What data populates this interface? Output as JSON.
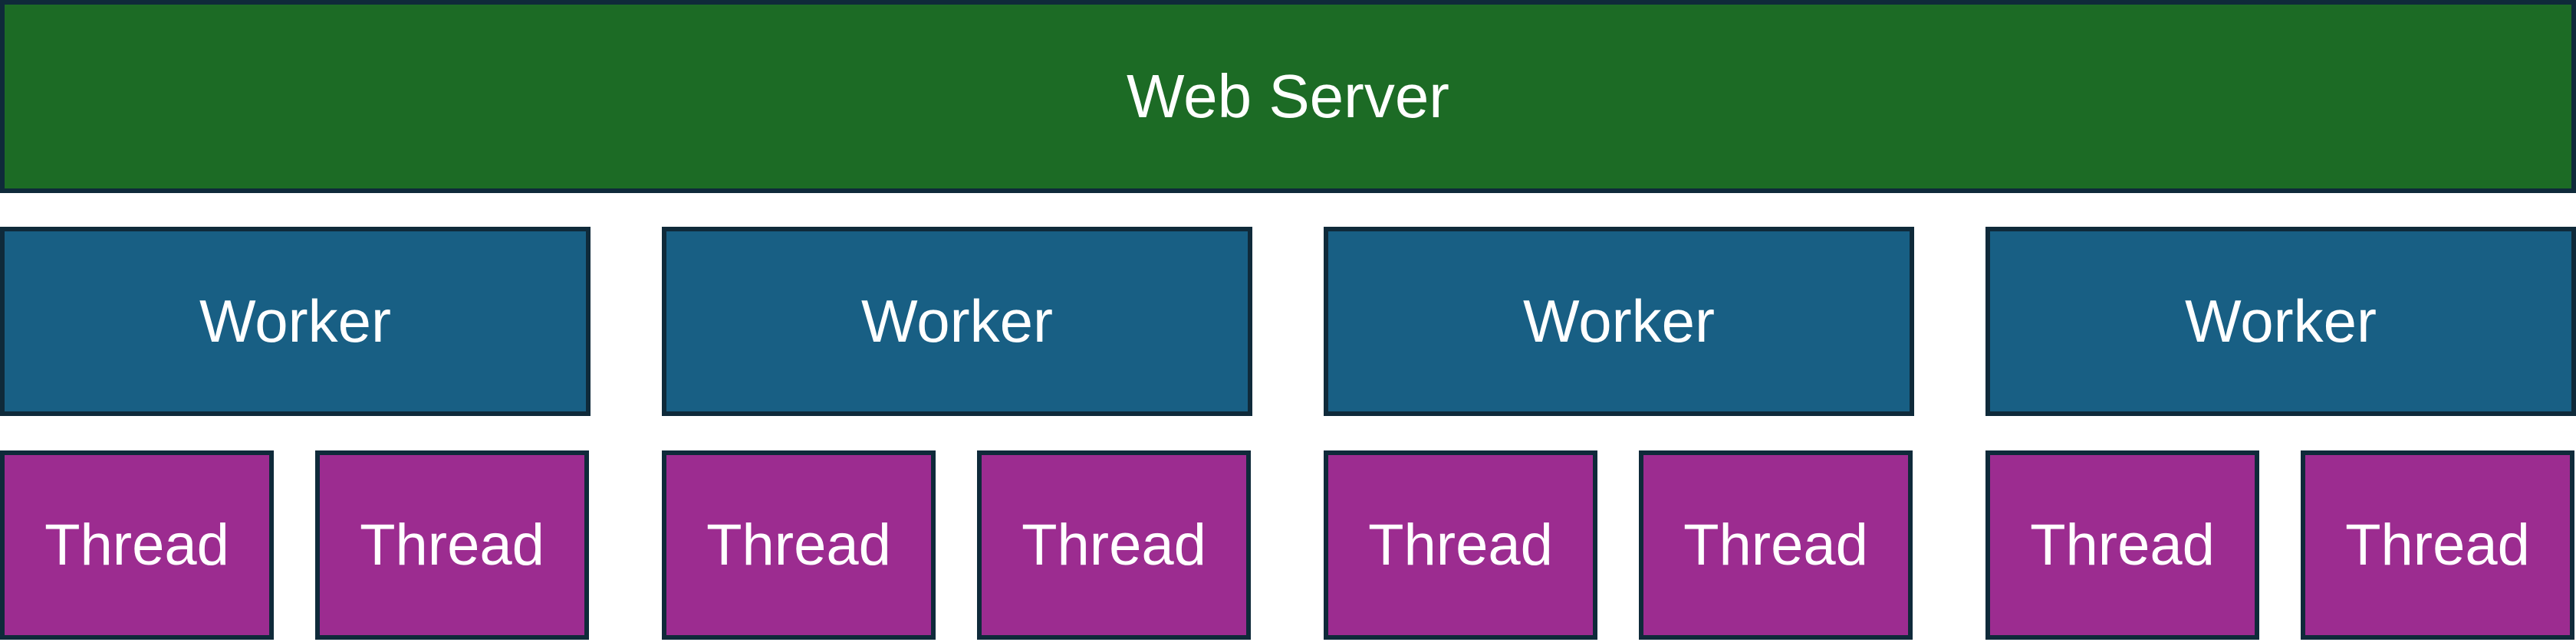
{
  "colors": {
    "server": "#1c6b25",
    "worker": "#185f84",
    "thread": "#9c2c90",
    "border": "#0f2a3a"
  },
  "server": {
    "label": "Web Server"
  },
  "workers": [
    {
      "label": "Worker",
      "threads": [
        {
          "label": "Thread"
        },
        {
          "label": "Thread"
        }
      ]
    },
    {
      "label": "Worker",
      "threads": [
        {
          "label": "Thread"
        },
        {
          "label": "Thread"
        }
      ]
    },
    {
      "label": "Worker",
      "threads": [
        {
          "label": "Thread"
        },
        {
          "label": "Thread"
        }
      ]
    },
    {
      "label": "Worker",
      "threads": [
        {
          "label": "Thread"
        },
        {
          "label": "Thread"
        }
      ]
    }
  ]
}
